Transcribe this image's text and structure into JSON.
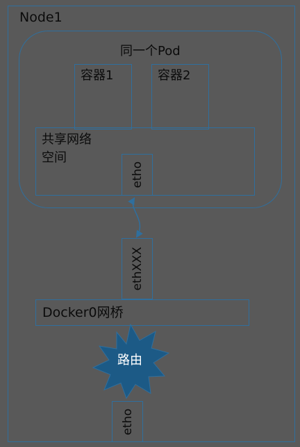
{
  "node": {
    "label": "Node1"
  },
  "pod": {
    "label": "同一个Pod"
  },
  "containers": [
    {
      "label": "容器1"
    },
    {
      "label": "容器2"
    }
  ],
  "shared_namespace": {
    "line1": "共享网络",
    "line2": "空间"
  },
  "pod_interface": {
    "label": "etho"
  },
  "veth": {
    "label": "ethXXX"
  },
  "bridge": {
    "label": "Docker0网桥"
  },
  "router": {
    "label": "路由"
  },
  "host_interface": {
    "label": "etho"
  },
  "colors": {
    "background": "#595959",
    "border": "#2f6f9e",
    "router_fill": "#1c5a86",
    "text": "#0b0b0b",
    "router_text": "#ffffff"
  }
}
